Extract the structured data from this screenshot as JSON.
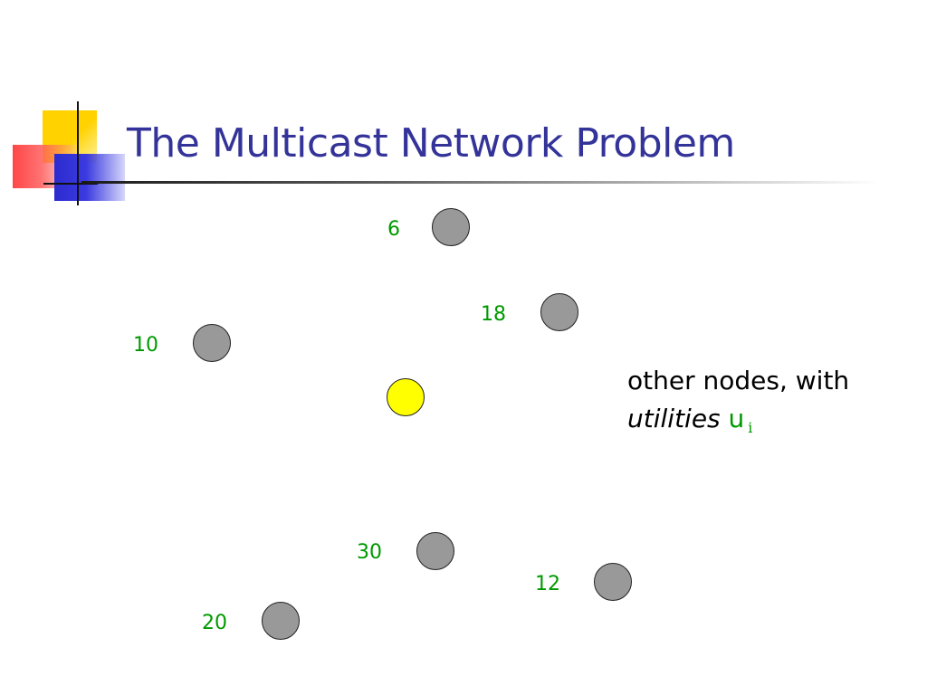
{
  "slide": {
    "title": "The Multicast Network Problem"
  },
  "nodes": {
    "source": {
      "color": "#ffff00"
    },
    "other_color": "#999999",
    "utilities": [
      "6",
      "18",
      "10",
      "30",
      "12",
      "20"
    ]
  },
  "annotation": {
    "line1": "other nodes, with",
    "italic": "utilities",
    "symbol": "u",
    "subscript": "i"
  },
  "colors": {
    "title": "#333399",
    "utility_label": "#009900"
  }
}
